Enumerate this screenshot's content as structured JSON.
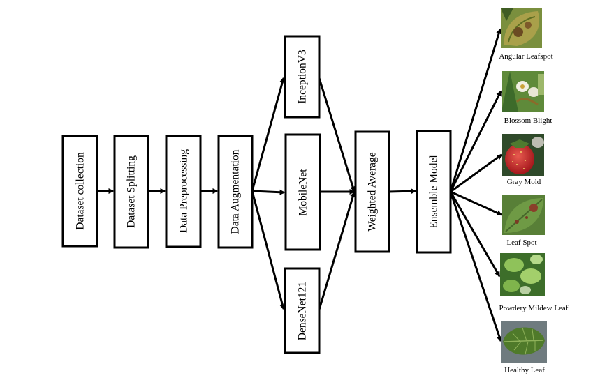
{
  "pipeline": {
    "dataset_collection": "Dataset collection",
    "dataset_splitting": "Dataset Splitting",
    "data_preprocessing": "Data Preprocessing",
    "data_augmentation": "Data Augmentation"
  },
  "models": {
    "inception": "InceptionV3",
    "mobilenet": "MobileNet",
    "densenet": "DenseNet121"
  },
  "fusion": {
    "weighted_average": "Weighted Average",
    "ensemble_model": "Ensemble Model"
  },
  "classes": [
    {
      "label": "Angular Leafspot",
      "icon": "angular-leafspot-leaf-photo"
    },
    {
      "label": "Blossom Blight",
      "icon": "blossom-blight-flower-photo"
    },
    {
      "label": "Gray Mold",
      "icon": "gray-mold-strawberry-photo"
    },
    {
      "label": "Leaf Spot",
      "icon": "leaf-spot-leaf-photo"
    },
    {
      "label": "Powdery Mildew Leaf",
      "icon": "powdery-mildew-leaf-photo"
    },
    {
      "label": "Healthy Leaf",
      "icon": "healthy-leaf-photo"
    }
  ],
  "colors": {
    "stroke": "#000000",
    "background": "#ffffff"
  }
}
